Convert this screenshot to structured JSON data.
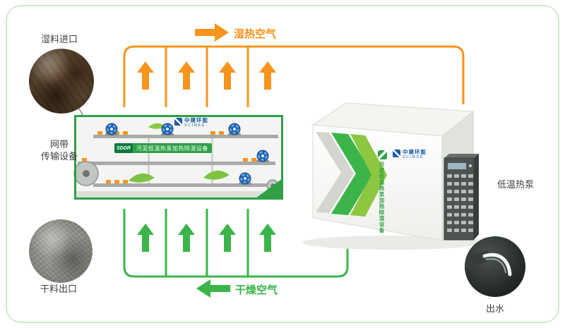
{
  "airflow": {
    "humid_label": "湿热空气",
    "dry_label": "干燥空气",
    "humid_color": "#F7941E",
    "dry_color": "#3BB54A"
  },
  "callouts": {
    "wet_inlet": "湿料进口",
    "belt_conveyor_line1": "网带",
    "belt_conveyor_line2": "传输设备",
    "dry_outlet": "干料出口",
    "heat_pump": "低温热泵",
    "water_outlet": "出水"
  },
  "brand": {
    "name": "中建环能",
    "name_en": "SCIMEE",
    "color": "#1A5DA6"
  },
  "product": {
    "model": "SDDR",
    "name": "污泥低温热泵加热除湿设备"
  },
  "colors": {
    "frame_border": "#CFE9CD",
    "accent_green": "#2FA046",
    "accent_green_light": "#8DC63F"
  }
}
